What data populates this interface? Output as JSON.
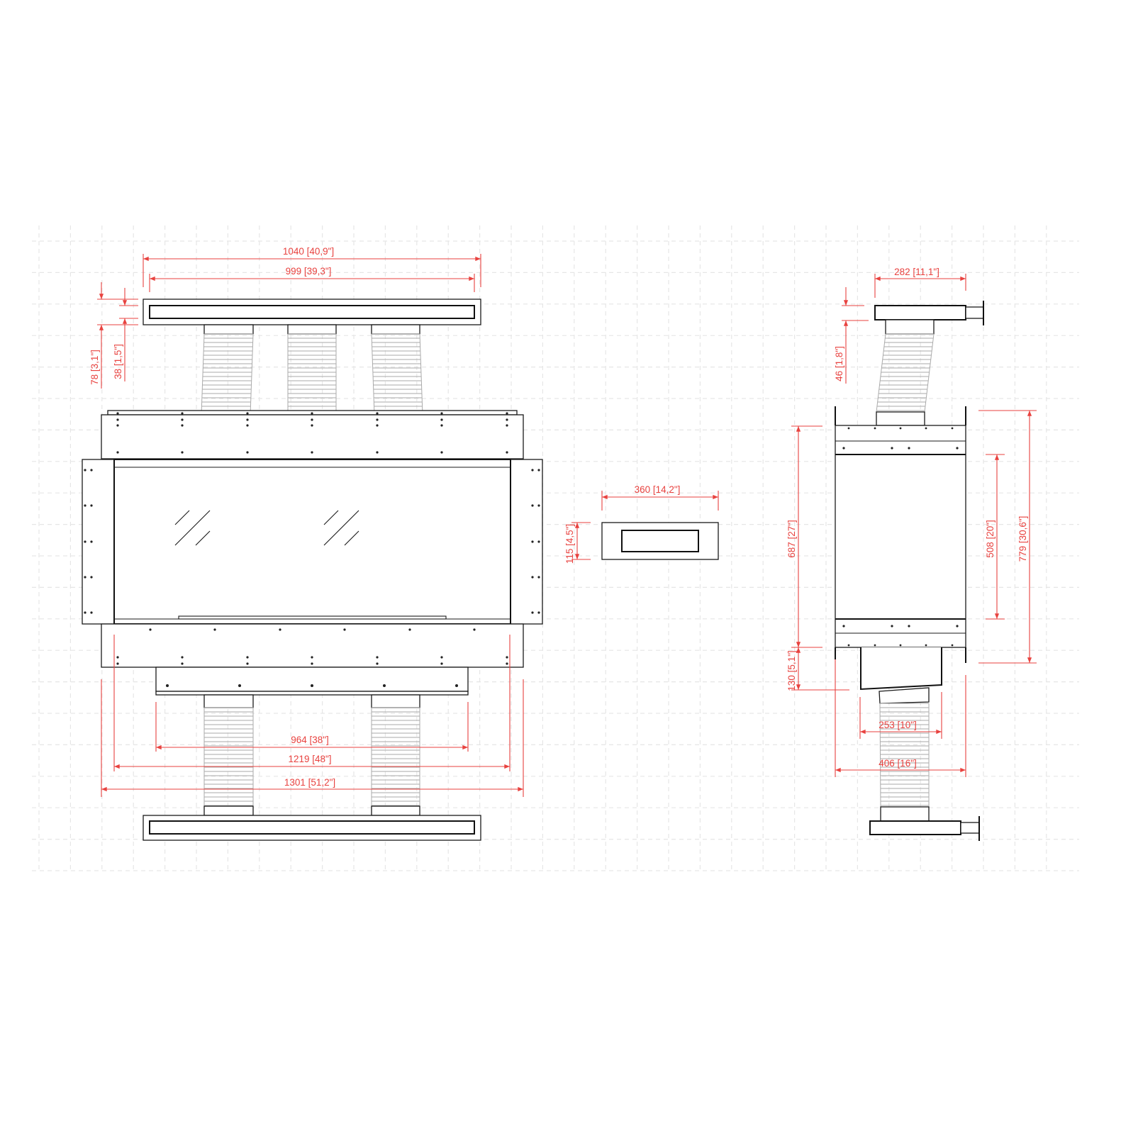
{
  "front_view": {
    "dims": {
      "overall_top": "1040 [40,9\"]",
      "inner_top": "999 [39,3\"]",
      "top_offset_78": "78 [3,1\"]",
      "top_offset_38": "38 [1,5\"]",
      "lower_box": "964 [38\"]",
      "glass_width": "1219 [48\"]",
      "overall_width": "1301 [51,2\"]"
    }
  },
  "vent_detail": {
    "dims": {
      "width": "360 [14,2\"]",
      "height": "115 [4,5\"]"
    }
  },
  "side_view": {
    "dims": {
      "cap_depth": "282 [11,1\"]",
      "cap_offset": "46 [1,8\"]",
      "body_height": "687 [27\"]",
      "glass_height": "508 [20\"]",
      "overall_height": "779 [30,6\"]",
      "lower_offset": "130 [5,1\"]",
      "lower_box_depth": "253 [10\"]",
      "body_depth": "406 [16\"]"
    }
  },
  "colors": {
    "dimension": "#e8423f",
    "line": "#1a1a1a",
    "grid": "#e6e6e6"
  }
}
